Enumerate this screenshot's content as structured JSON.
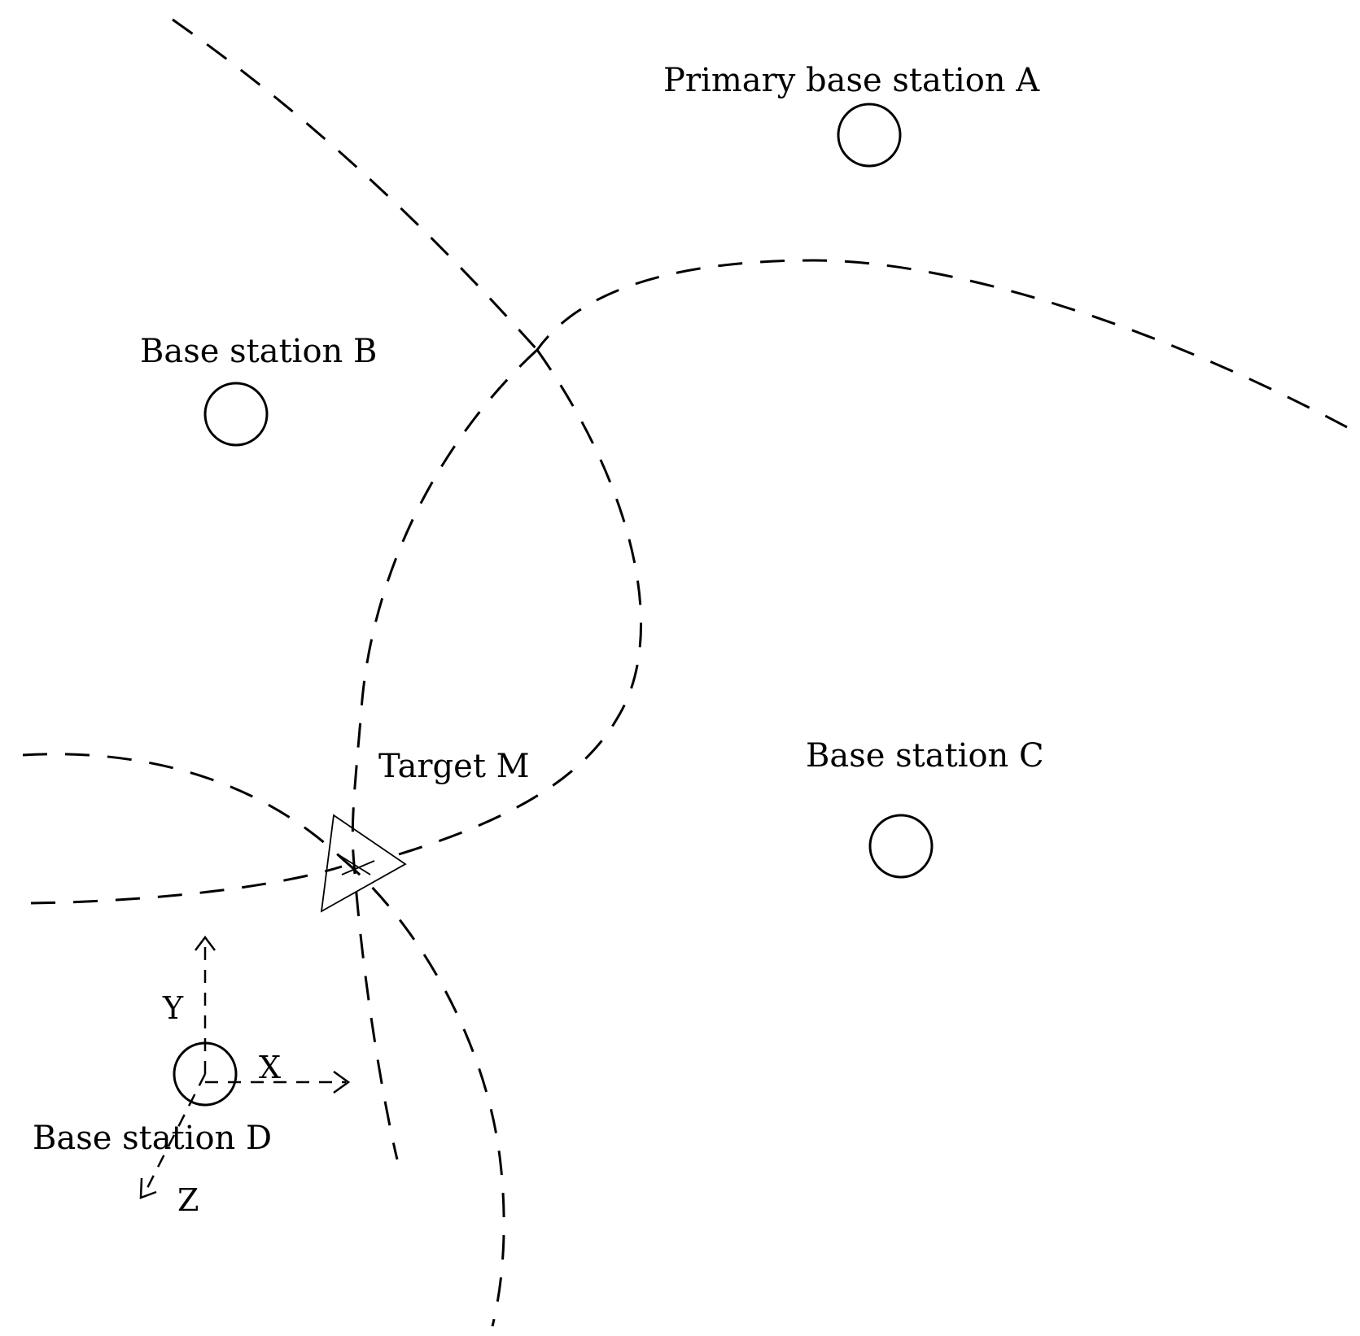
{
  "labels": {
    "station_a": "Primary base station A",
    "station_b": "Base station B",
    "station_c": "Base station C",
    "station_d": "Base station D",
    "target_m": "Target M",
    "axis_x": "X",
    "axis_y": "Y",
    "axis_z": "Z"
  },
  "colors": {
    "stroke": "#000000",
    "background": "#ffffff"
  }
}
